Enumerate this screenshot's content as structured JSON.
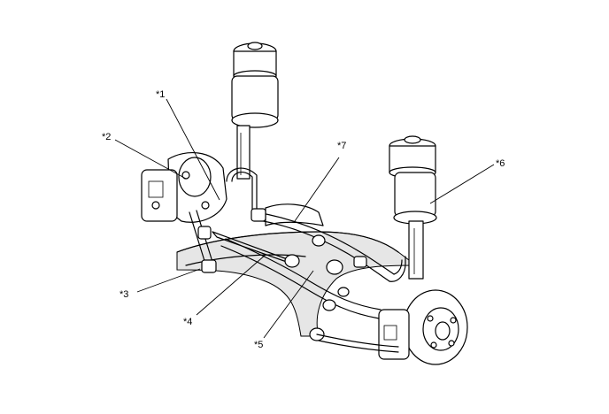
{
  "callouts": [
    {
      "id": "c1",
      "label": "*1"
    },
    {
      "id": "c2",
      "label": "*2"
    },
    {
      "id": "c3",
      "label": "*3"
    },
    {
      "id": "c4",
      "label": "*4"
    },
    {
      "id": "c5",
      "label": "*5"
    },
    {
      "id": "c6",
      "label": "*6"
    },
    {
      "id": "c7",
      "label": "*7"
    }
  ]
}
